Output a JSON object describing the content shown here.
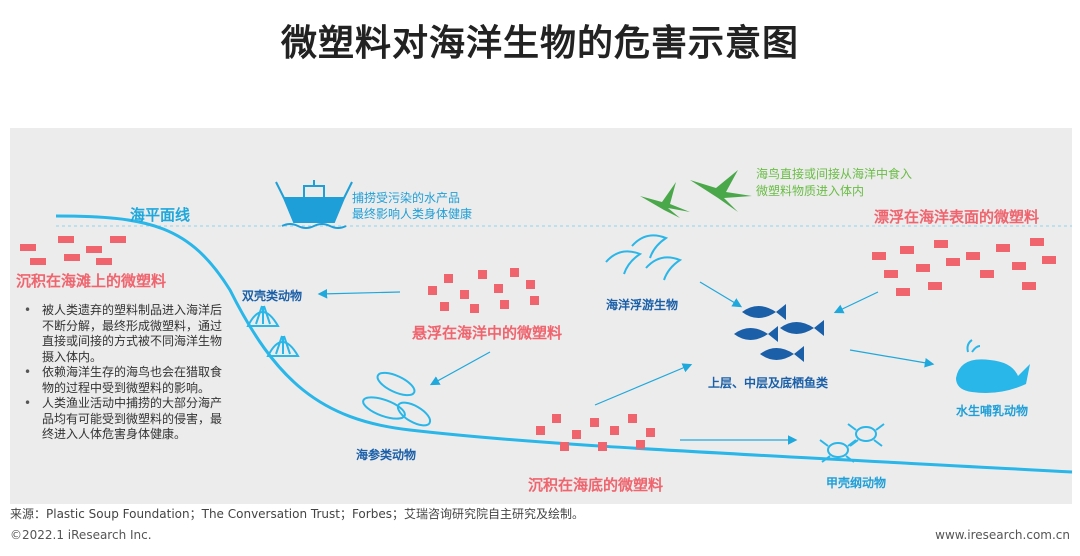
{
  "title": "微塑料对海洋生物的危害示意图",
  "labels": {
    "sea_level": "海平面线",
    "fishing_note_line1": "捕捞受污染的水产品",
    "fishing_note_line2": "最终影响人类身体健康",
    "seabird_note_line1": "海鸟直接或间接从海洋中食入",
    "seabird_note_line2": "微塑料物质进入体内",
    "floating_surface": "漂浮在海洋表面的微塑料",
    "beach": "沉积在海滩上的微塑料",
    "suspended": "悬浮在海洋中的微塑料",
    "seabed": "沉积在海底的微塑料",
    "bivalves": "双壳类动物",
    "sea_cucumbers": "海参类动物",
    "plankton": "海洋浮游生物",
    "fish": "上层、中层及底栖鱼类",
    "mammals": "水生哺乳动物",
    "crustaceans": "甲壳纲动物"
  },
  "notes": [
    "被人类遗弃的塑料制品进入海洋后不断分解，最终形成微塑料，通过直接或间接的方式被不同海洋生物摄入体内。",
    "依赖海洋生存的海鸟也会在猎取食物的过程中受到微塑料的影响。",
    "人类渔业活动中捕捞的大部分海产品均有可能受到微塑料的侵害，最终进入人体危害身体健康。"
  ],
  "source": "来源：Plastic Soup Foundation；The Conversation Trust；Forbes；艾瑞咨询研究院自主研究及绘制。",
  "copyright": "©2022.1 iResearch Inc.",
  "website": "www.iresearch.com.cn",
  "colors": {
    "blue": "#1ea8dc",
    "red": "#f0646e",
    "green": "#6abd45",
    "navy": "#1a5fa8",
    "panel": "#ececec"
  },
  "icons": [
    "fishing-boat-icon",
    "bird-icon",
    "shrimp-icon",
    "fish-icon",
    "whale-icon",
    "crab-icon",
    "shell-icon",
    "sea-cucumber-icon",
    "microplastic-icon",
    "arrow-icon"
  ]
}
